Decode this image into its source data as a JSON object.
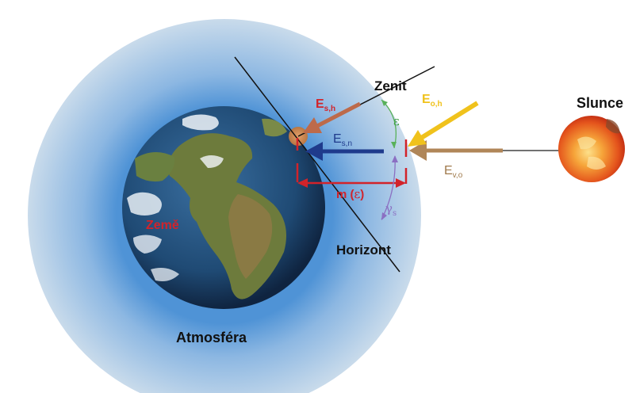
{
  "labels": {
    "zenith": "Zenit",
    "horizon": "Horizont",
    "sun": "Slunce",
    "earth": "Země",
    "atmosphere": "Atmosféra",
    "epsilon": "ε",
    "gamma": "γ",
    "gamma_sub": "s",
    "path_m": "m (",
    "path_eps": "ε",
    "path_close": ")"
  },
  "irradiance": {
    "E_sh": {
      "main": "E",
      "sub": "s,h"
    },
    "E_sn": {
      "main": "E",
      "sub": "s,n"
    },
    "E_oh": {
      "main": "E",
      "sub": "o,h"
    },
    "E_vo": {
      "main": "E",
      "sub": "v,o"
    }
  },
  "colors": {
    "atmosphere_outer": "#c6d8ea",
    "atmosphere_glow": "#6aa6dd",
    "earth_ocean": "#21466e",
    "earth_land": "#6b7a3a",
    "sun_core": "#f7b030",
    "sun_edge": "#d42c12",
    "red": "#d2232a",
    "dark_blue": "#1f3b8c",
    "yellow": "#f0c21c",
    "tan": "#b08658",
    "copper": "#bd6a4a",
    "green": "#59b15a",
    "purple": "#8b6fc2",
    "label_red": "#d2232a",
    "label_blue": "#1f3b8c",
    "label_yellow": "#f0c21c",
    "label_tan": "#a07a4c"
  },
  "icons": {
    "sun": "sun-icon",
    "earth": "earth-globe-icon"
  }
}
